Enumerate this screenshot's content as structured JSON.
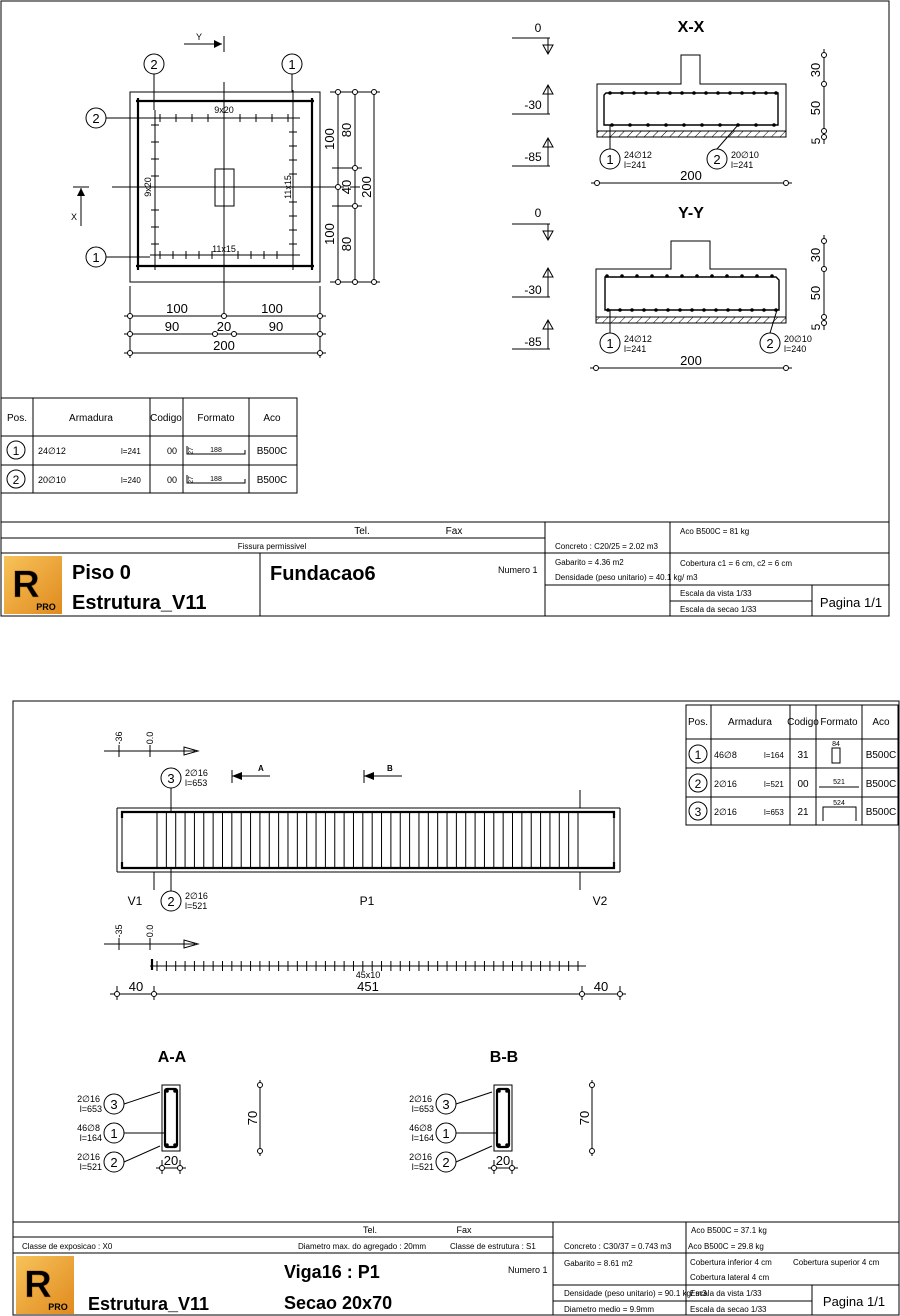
{
  "sheet1": {
    "plan": {
      "axis_y": "Y",
      "axis_x": "X",
      "circle_labels": [
        "2",
        "1",
        "2",
        "1"
      ],
      "mesh_top": "9x20",
      "mesh_left": "9x20",
      "mesh_right": "11x15",
      "mesh_bottom": "11x15",
      "dims_right_inner": [
        "100",
        "40",
        "100"
      ],
      "dims_right_outer1": [
        "80",
        "80"
      ],
      "dims_right_outer2": "200",
      "dims_bottom_row1": [
        "100",
        "100"
      ],
      "dims_bottom_row2": [
        "90",
        "20",
        "90"
      ],
      "dims_bottom_row3": "200"
    },
    "levels_xx": [
      "0",
      "-30",
      "-85"
    ],
    "levels_yy": [
      "0",
      "-30",
      "-85"
    ],
    "section_xx": {
      "title": "X-X",
      "bar1_circle": "1",
      "bar1_text": "24∅12",
      "bar1_len": "l=241",
      "bar2_circle": "2",
      "bar2_text": "20∅10",
      "bar2_len": "l=241",
      "dim_width": "200",
      "dims_height": [
        "30",
        "50",
        "5"
      ]
    },
    "section_yy": {
      "title": "Y-Y",
      "bar1_circle": "1",
      "bar1_text": "24∅12",
      "bar1_len": "l=241",
      "bar2_circle": "2",
      "bar2_text": "20∅10",
      "bar2_len": "l=240",
      "dim_width": "200",
      "dims_height": [
        "30",
        "50",
        "5"
      ]
    },
    "schedule": {
      "headers": [
        "Pos.",
        "Armadura",
        "Codigo",
        "Formato",
        "Aco"
      ],
      "rows": [
        {
          "pos": "1",
          "bar": "24∅12",
          "len": "l=241",
          "code": "00",
          "shape_dim": "188",
          "shape_end": "27",
          "steel": "B500C"
        },
        {
          "pos": "2",
          "bar": "20∅10",
          "len": "l=240",
          "code": "00",
          "shape_dim": "188",
          "shape_end": "27",
          "steel": "B500C"
        }
      ]
    },
    "titleblock": {
      "tel": "Tel.",
      "fax": "Fax",
      "fissura": "Fissura permissivel",
      "project1": "Piso 0",
      "project2": "Estrutura_V11",
      "element": "Fundacao6",
      "numero": "Numero 1",
      "concreto": "Concreto : C20/25 = 2.02 m3",
      "gabarito": "Gabarito = 4.36 m2",
      "densidade": "Densidade (peso unitario)  = 40.1 kg/ m3",
      "aco": "Aco B500C = 81 kg",
      "cobertura": "Cobertura  c1 = 6 cm,  c2  = 6 cm",
      "escala_vista": "Escala da vista 1/33",
      "escala_secao": "Escala da secao 1/33",
      "pagina": "Pagina 1/1",
      "logo_letter": "R",
      "logo_sub": "PRO"
    }
  },
  "sheet2": {
    "levels_top": [
      "-36",
      "0.0"
    ],
    "levels_bottom": [
      "-35",
      "0.0"
    ],
    "cut_a": "A",
    "cut_b": "B",
    "bar3_circle": "3",
    "bar3_text": "2∅16",
    "bar3_len": "l=653",
    "bar2_circle": "2",
    "bar2_text": "2∅16",
    "bar2_len": "l=521",
    "support_left": "V1",
    "span_label": "P1",
    "support_right": "V2",
    "stirrup_label": "45x10",
    "dims": [
      "40",
      "451",
      "40"
    ],
    "schedule": {
      "headers": [
        "Pos.",
        "Armadura",
        "Codigo",
        "Formato",
        "Aco"
      ],
      "rows": [
        {
          "pos": "1",
          "bar": "46∅8",
          "len": "l=164",
          "code": "31",
          "shape_dim": "84",
          "steel": "B500C"
        },
        {
          "pos": "2",
          "bar": "2∅16",
          "len": "l=521",
          "code": "00",
          "shape_dim": "521",
          "steel": "B500C"
        },
        {
          "pos": "3",
          "bar": "2∅16",
          "len": "l=653",
          "code": "21",
          "shape_dim": "524",
          "steel": "B500C"
        }
      ]
    },
    "section_aa": {
      "title": "A-A",
      "labels": [
        {
          "circle": "3",
          "bar": "2∅16",
          "len": "l=653"
        },
        {
          "circle": "1",
          "bar": "46∅8",
          "len": "l=164"
        },
        {
          "circle": "2",
          "bar": "2∅16",
          "len": "l=521"
        }
      ],
      "width": "20",
      "height": "70"
    },
    "section_bb": {
      "title": "B-B",
      "labels": [
        {
          "circle": "3",
          "bar": "2∅16",
          "len": "l=653"
        },
        {
          "circle": "1",
          "bar": "46∅8",
          "len": "l=164"
        },
        {
          "circle": "2",
          "bar": "2∅16",
          "len": "l=521"
        }
      ],
      "width": "20",
      "height": "70"
    },
    "titleblock": {
      "tel": "Tel.",
      "fax": "Fax",
      "exposicao": "Classe de exposicao : X0",
      "diametro_agregado": "Diametro max. do agregado : 20mm",
      "classe_estrutura": "Classe de estrutura : S1",
      "project2": "Estrutura_V11",
      "element": "Viga16 : P1",
      "section": "Secao 20x70",
      "numero": "Numero 1",
      "concreto": "Concreto : C30/37 = 0.743 m3",
      "gabarito": "Gabarito = 8.61 m2",
      "densidade": "Densidade (peso unitario) = 90.1 kg/ m3",
      "diametro_medio": "Diametro medio = 9.9mm",
      "aco_total": "Aco B500C = 37.1 kg",
      "aco2": "Aco B500C = 29.8 kg",
      "cob_inferior": "Cobertura inferior 4 cm",
      "cob_superior": "Cobertura superior 4 cm",
      "cob_lateral": "Cobertura lateral 4 cm",
      "escala_vista": "Escala da vista 1/33",
      "escala_secao": "Escala da secao 1/33",
      "pagina": "Pagina 1/1",
      "logo_letter": "R",
      "logo_sub": "PRO"
    }
  }
}
